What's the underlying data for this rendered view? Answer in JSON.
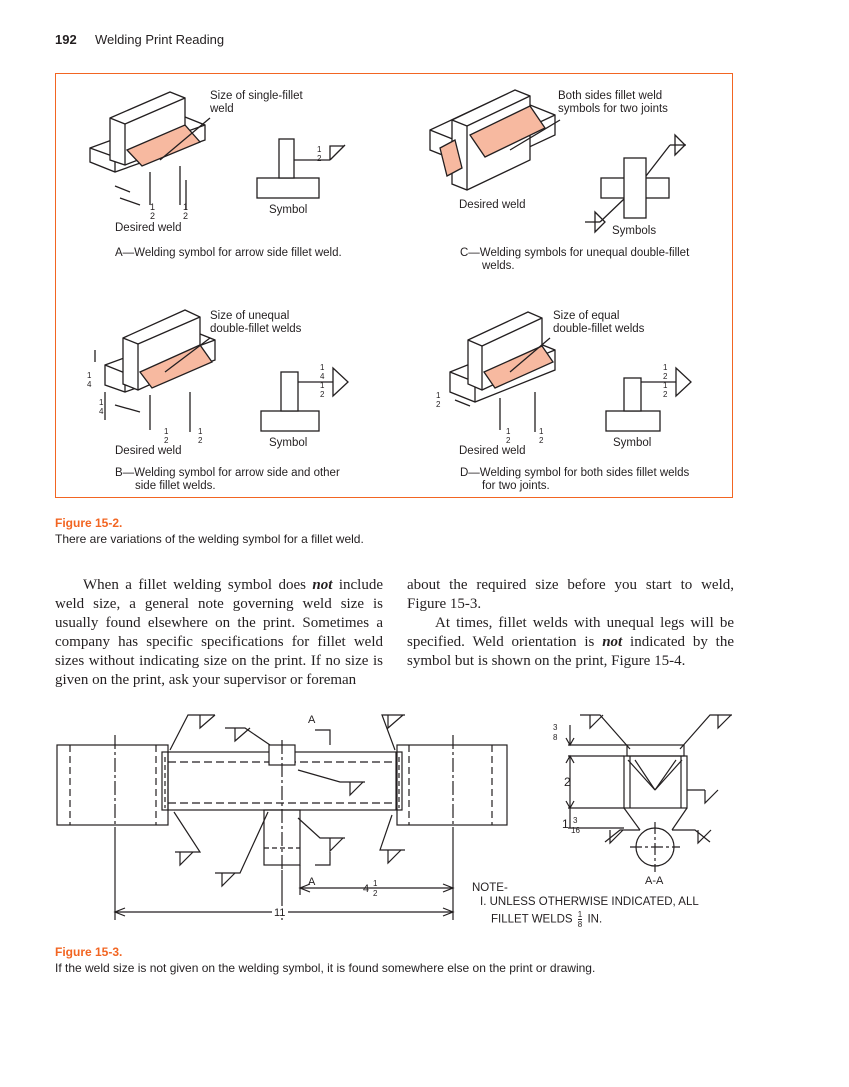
{
  "header": {
    "page_number": "192",
    "title": "Welding Print Reading"
  },
  "figure_15_2": {
    "panels": {
      "A": {
        "callout": "Size of single-fillet\nweld",
        "desired_weld": "Desired weld",
        "symbol": "Symbol",
        "caption": "A—Welding symbol for arrow side fillet weld.",
        "half": "1",
        "den": "2"
      },
      "B": {
        "callout": "Size of unequal\ndouble-fillet welds",
        "desired_weld": "Desired weld",
        "symbol": "Symbol",
        "caption_l1": "B—Welding symbol for arrow side and other",
        "caption_l2": "side fillet welds."
      },
      "C": {
        "callout": "Both sides fillet weld\nsymbols for two joints",
        "desired_weld": "Desired weld",
        "symbol": "Symbols",
        "caption_l1": "C—Welding symbols for unequal double-fillet",
        "caption_l2": "welds."
      },
      "D": {
        "callout": "Size of equal\ndouble-fillet welds",
        "desired_weld": "Desired weld",
        "symbol": "Symbol",
        "caption_l1": "D—Welding symbol for both sides fillet welds",
        "caption_l2": "for two joints."
      }
    },
    "label": "Figure 15-2.",
    "caption": "There are variations of the welding symbol for a fillet weld."
  },
  "body": {
    "col1": "When a fillet welding symbol does not include weld size, a general note governing weld size is usually found elsewhere on the print. Sometimes a company has specific specifications for fillet weld sizes without indicating size on the print. If no size is given on the print, ask your supervisor or foreman",
    "col1_a": "When a fillet welding symbol does ",
    "col1_em": "not",
    "col1_b": " include weld size, a general note governing weld size is usually found elsewhere on the print. Sometimes a company has specific specifications for fillet weld sizes without indicating size on the print. If no size is given on the print, ask your supervisor or foreman",
    "col2_p1": "about the required size before you start to weld, Figure 15-3.",
    "col2_p2_a": "At times, fillet welds with unequal legs will be specified. Weld orientation is ",
    "col2_p2_em": "not",
    "col2_p2_b": " indicated by the symbol but is shown on the print, Figure 15-4."
  },
  "figure_15_3": {
    "section_label": "A",
    "section_title": "A-A",
    "dim_overall": "11",
    "dim_4": "4",
    "dim_2": "2",
    "dim_1": "1",
    "frac_3_8": [
      "3",
      "8"
    ],
    "frac_3_16": [
      "3",
      "16"
    ],
    "frac_1_2": [
      "1",
      "2"
    ],
    "frac_1_8": [
      "1",
      "8"
    ],
    "note_title": "NOTE-",
    "note_line1": "I. UNLESS OTHERWISE INDICATED, ALL",
    "note_line2_a": "FILLET WELDS",
    "note_line2_b": "IN.",
    "label": "Figure 15-3.",
    "caption": "If the weld size is not given on the welding symbol, it is found somewhere else on the print or drawing."
  }
}
